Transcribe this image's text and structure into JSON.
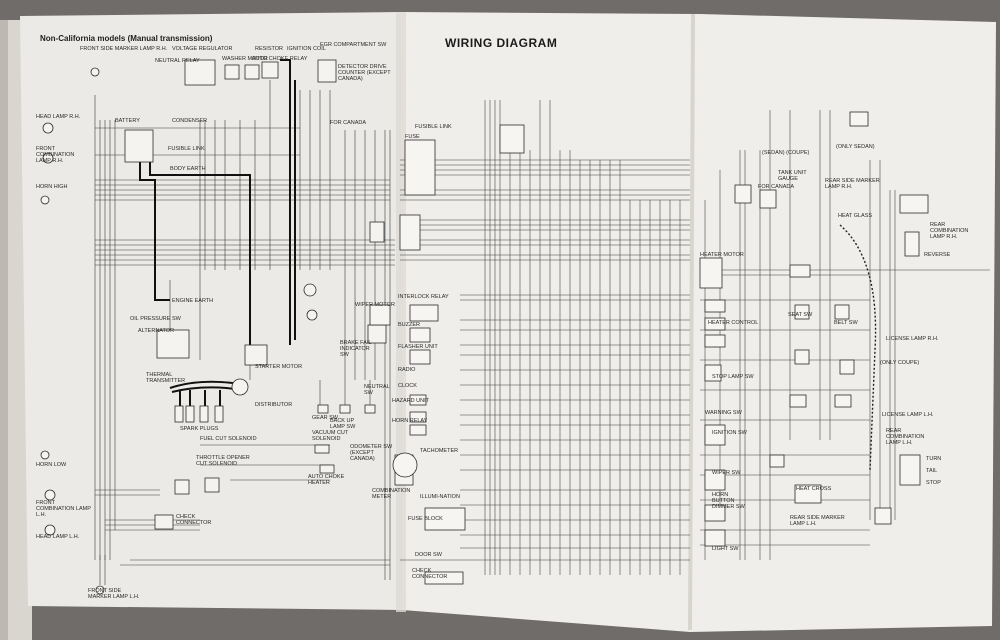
{
  "page_title": "Non-California models (Manual transmission)",
  "diagram_title": "WIRING DIAGRAM",
  "colors": {
    "background": "#6f6c6a",
    "paper_left": "#eceae6",
    "paper_right": "#f0eeea",
    "ink": "#2a2a2a"
  },
  "left_labels": {
    "front_side_marker_rh": "FRONT SIDE MARKER LAMP R.H.",
    "voltage_regulator": "VOLTAGE REGULATOR",
    "resistor": "RESISTOR",
    "ignition_coil": "IGNITION COIL",
    "egr_compartment_sw": "EGR COMPARTMENT SW",
    "neutral_relay": "NEUTRAL RELAY",
    "washer_motor": "WASHER MOTOR",
    "auto_choke_relay": "AUTO CHOKE RELAY",
    "detector_drive_counter": "DETECTOR DRIVE COUNTER (EXCEPT CANADA)",
    "head_lamp_rh": "HEAD LAMP R.H.",
    "battery": "BATTERY",
    "condenser": "CONDENSER",
    "fusible_link": "FUSIBLE LINK",
    "body_earth": "BODY EARTH",
    "for_canada": "FOR CANADA",
    "front_combination_rh": "FRONT COMBINATION LAMP R.H.",
    "horn_high": "HORN HIGH",
    "engine_earth": "ENGINE EARTH",
    "oil_pressure_sw": "OIL PRESSURE SW",
    "alternator": "ALTERNATOR",
    "thermal_transmitter": "THERMAL TRANSMITTER",
    "starter_motor": "STARTER MOTOR",
    "distributor": "DISTRIBUTOR",
    "spark_plugs": "SPARK PLUGS",
    "wiper_motor": "WIPER MOTOR",
    "brake_fail_indicator": "BRAKE FAIL INDICATOR SW",
    "gear_sw": "GEAR SW",
    "back_up_lamp_sw": "BACK UP LAMP SW",
    "neutral_sw": "NEUTRAL SW",
    "fuel_cut_solenoid": "FUEL CUT SOLENOID",
    "vacuum_cut_solenoid": "VACUUM CUT SOLENOID",
    "throttle_opener_cut": "THROTTLE OPENER CUT SOLENOID",
    "odometer_sw": "ODOMETER SW (EXCEPT CANADA)",
    "auto_choke_heater": "AUTO CHOKE HEATER",
    "horn_low": "HORN LOW",
    "front_combination_lh": "FRONT COMBINATION LAMP L.H.",
    "check_connector": "CHECK CONNECTOR",
    "head_lamp_lh": "HEAD LAMP L.H.",
    "front_side_marker_lh": "FRONT SIDE MARKER LAMP L.H."
  },
  "right_labels": {
    "fusible_link_box": "FUSIBLE LINK",
    "fuse": "FUSE",
    "interlock_relay": "INTERLOCK RELAY",
    "buzzer": "BUZZER",
    "flasher_unit": "FLASHER UNIT",
    "radio": "RADIO",
    "clock": "CLOCK",
    "hazard_unit": "HAZARD UNIT",
    "horn_relay": "HORN RELAY",
    "tachometer": "TACHOMETER",
    "combination_meter": "COMBINATION METER",
    "illumination": "ILLUMI-NATION",
    "fuse_block": "FUSE BLOCK",
    "door_sw": "DOOR SW",
    "check_connector_r": "CHECK CONNECTOR",
    "heater_motor": "HEATER MOTOR",
    "heater_control": "HEATER CONTROL",
    "seat_sw": "SEAT SW",
    "belt_sw": "BELT SW",
    "warning_sw": "WARNING SW",
    "ignition_sw": "IGNITION SW",
    "tank_unit_gauge": "TANK UNIT GAUGE",
    "for_canada_r": "FOR CANADA",
    "rear_side_marker_rh": "REAR SIDE MARKER LAMP R.H.",
    "heat_glass": "HEAT GLASS",
    "rear_combination_rh": "REAR COMBINATION LAMP R.H.",
    "reverse": "REVERSE",
    "license_lamp_rh": "LICENSE LAMP R.H.",
    "only_coupe": "(ONLY COUPE)",
    "only_sedan": "(ONLY SEDAN)",
    "sedan_coupe": "(SEDAN) (COUPE)",
    "license_lamp_lh": "LICENSE LAMP L.H.",
    "rear_combination_lh": "REAR COMBINATION LAMP L.H.",
    "stop": "STOP",
    "tail": "TAIL",
    "turn": "TURN",
    "heat_cross": "HEAT CROSS",
    "rear_side_marker_lh": "REAR SIDE MARKER LAMP L.H.",
    "horn_button": "HORN BUTTON DIMMER SW",
    "light_sw": "LIGHT SW",
    "wiper_sw": "WIPER SW",
    "stop_sw": "STOP LAMP SW"
  }
}
